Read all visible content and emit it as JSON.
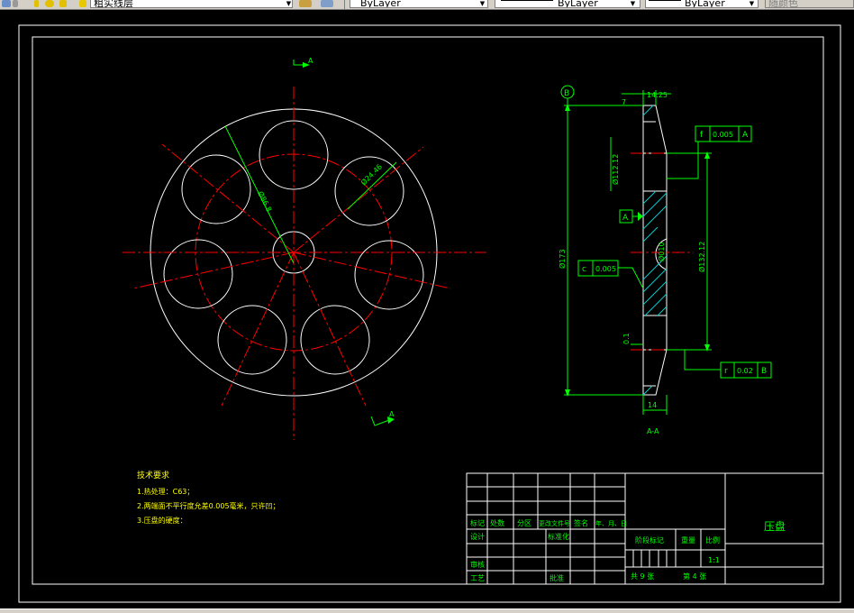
{
  "toolbar": {
    "layer_name": "粗实线层",
    "color_value": "ByLayer",
    "linetype_value": "ByLayer",
    "lineweight_value": "ByLayer",
    "plotstyle_value": "随颜色"
  },
  "drawing": {
    "section_mark": "A",
    "dim_diameter_holes": "Ø86.8",
    "dim_hole_diameter": "Ø24.46",
    "datum_b": "B",
    "dim_top_7": "7",
    "dim_top_14_25": "14.25",
    "tol_flatness_symbol": "f",
    "tol_flatness_value": "0.005",
    "tol_flatness_datum": "A",
    "dim_diameter_112": "Ø112.12",
    "datum_a": "A",
    "dim_diameter_173": "Ø173",
    "tol_cylinder_symbol": "c",
    "tol_cylinder_value": "0.005",
    "dim_bore": "Ø010",
    "dim_diameter_132": "Ø132.12",
    "dim_chamfer": "0.1",
    "tol_perp_symbol": "r",
    "tol_perp_value": "0.02",
    "tol_perp_datum": "B",
    "dim_bottom_14": "14",
    "section_label": "A-A",
    "notes_title": "技术要求",
    "note_1": "1.热处理：C63；",
    "note_2": "2.两端面不平行度允差0.005毫米，只许凹；",
    "note_3": "3.压盘的硬度："
  },
  "title_block": {
    "col_mark": "标记",
    "col_count": "处数",
    "col_zone": "分区",
    "col_doc_no": "更改文件号",
    "col_sign": "签名",
    "col_date": "年、月、日",
    "row_design": "设计",
    "row_standard": "标准化",
    "row_review": "审核",
    "row_process": "工艺",
    "row_approve": "批准",
    "stage_mark": "阶段标记",
    "weight": "重量",
    "scale": "比例",
    "scale_value": "1:1",
    "sheets_total": "共  9  张",
    "sheet_no": "第  4  张",
    "part_name": "压盘"
  },
  "colors": {
    "background": "#000000",
    "outline": "#ffffff",
    "centerline": "#ff0000",
    "dimension": "#00ff00",
    "text": "#00ff00",
    "note_text": "#ffff00"
  }
}
